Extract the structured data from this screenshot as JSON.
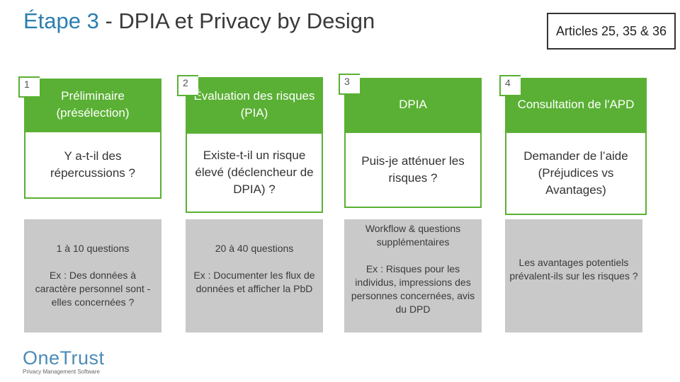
{
  "title": {
    "step": "Étape 3",
    "rest": " - DPIA et Privacy by Design"
  },
  "articles": "Articles 25, 35 & 36",
  "columns": [
    {
      "number": "1",
      "heading": "Préliminaire (présélection)",
      "question": "Y a-t-il des répercussions ?",
      "detail_top": "1 à 10 questions",
      "detail_bottom": "Ex : Des données à caractère personnel sont -elles concernées ?"
    },
    {
      "number": "2",
      "heading": "Évaluation des risques (PIA)",
      "question": "Existe-t-il un risque élevé (déclencheur de DPIA) ?",
      "detail_top": "20 à 40 questions",
      "detail_bottom": "Ex : Documenter les flux de données et afficher la PbD"
    },
    {
      "number": "3",
      "heading": "DPIA",
      "question": "Puis-je atténuer les risques ?",
      "detail_top": "Workflow & questions supplémentaires",
      "detail_bottom": "Ex : Risques pour les individus, impressions des personnes concernées, avis du DPD"
    },
    {
      "number": "4",
      "heading": "Consultation de l'APD",
      "question": "Demander de l’aide (Préjudices vs Avantages)",
      "detail_top": "",
      "detail_bottom": "Les avantages potentiels prévalent-ils sur les risques ?"
    }
  ],
  "logo": {
    "name": "OneTrust",
    "tagline": "Privacy Management Software"
  },
  "colors": {
    "green": "#5ab034",
    "grey": "#c9c9c9",
    "blue": "#4b8bb8"
  }
}
